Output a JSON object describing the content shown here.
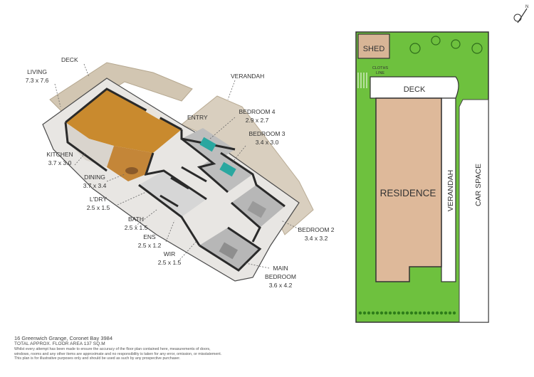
{
  "rooms": {
    "living": {
      "name": "LIVING",
      "size": "7.3 x 7.6"
    },
    "deck": {
      "name": "DECK"
    },
    "verandah": {
      "name": "VERANDAH"
    },
    "entry": {
      "name": "ENTRY"
    },
    "bedroom4": {
      "name": "BEDROOM 4",
      "size": "2.9 x 2.7"
    },
    "bedroom3": {
      "name": "BEDROOM 3",
      "size": "3.4 x 3.0"
    },
    "kitchen": {
      "name": "KITCHEN",
      "size": "3.7 x 3.0"
    },
    "dining": {
      "name": "DINING",
      "size": "3.7 x 3.4"
    },
    "laundry": {
      "name": "L'DRY",
      "size": "2.5 x 1.5"
    },
    "bath": {
      "name": "BATH",
      "size": "2.5 x 1.5"
    },
    "ensuite": {
      "name": "ENS",
      "size": "2.5 x 1.2"
    },
    "wir": {
      "name": "WIR",
      "size": "2.5 x 1.5"
    },
    "bedroom2": {
      "name": "BEDROOM 2",
      "size": "3.4 x 3.2"
    },
    "main_bedroom": {
      "name_line1": "MAIN",
      "name_line2": "BEDROOM",
      "size": "3.6 x 4.2"
    }
  },
  "site_plan": {
    "shed": "SHED",
    "clothes_line": "CLOTHS LINE",
    "deck": "DECK",
    "residence": "RESIDENCE",
    "verandah": "VERANDAH",
    "car_space": "CAR SPACE"
  },
  "compass": {
    "north": "N"
  },
  "footer": {
    "address": "16 Greenwich Grange, Coronet Bay 3984",
    "total_area": "TOTAL APPROX. FLOOR AREA 137 SQ.M",
    "disclaimer_1": "Whilst every attempt has been made to ensure the accuracy of the floor plan contained here, measurements of doors,",
    "disclaimer_2": "windows, rooms and any other items are approximate and no responsibility is taken for any error, omission, or misstatement.",
    "disclaimer_3": "This plan is for illustrative purposes only and should be used as such by any prospective purchaser."
  },
  "colors": {
    "lawn": "#6ec13e",
    "residence": "#deb99a",
    "shed": "#d8b596",
    "floor_wood": "#c98a2e",
    "floor_tile": "#cfcfcf",
    "wall": "#2a2a2a",
    "deck": "#cdbfa9"
  }
}
